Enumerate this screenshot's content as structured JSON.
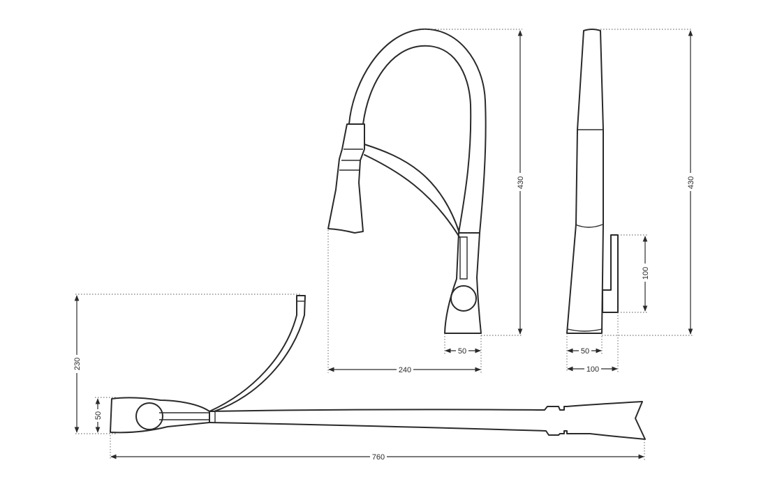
{
  "dimensions": {
    "side_height": "430",
    "side_reach": "240",
    "side_base": "50",
    "front_height": "430",
    "front_base": "50",
    "front_lever_width": "100",
    "front_lever_height": "100",
    "top_height": "230",
    "top_base": "50",
    "top_length": "760"
  }
}
